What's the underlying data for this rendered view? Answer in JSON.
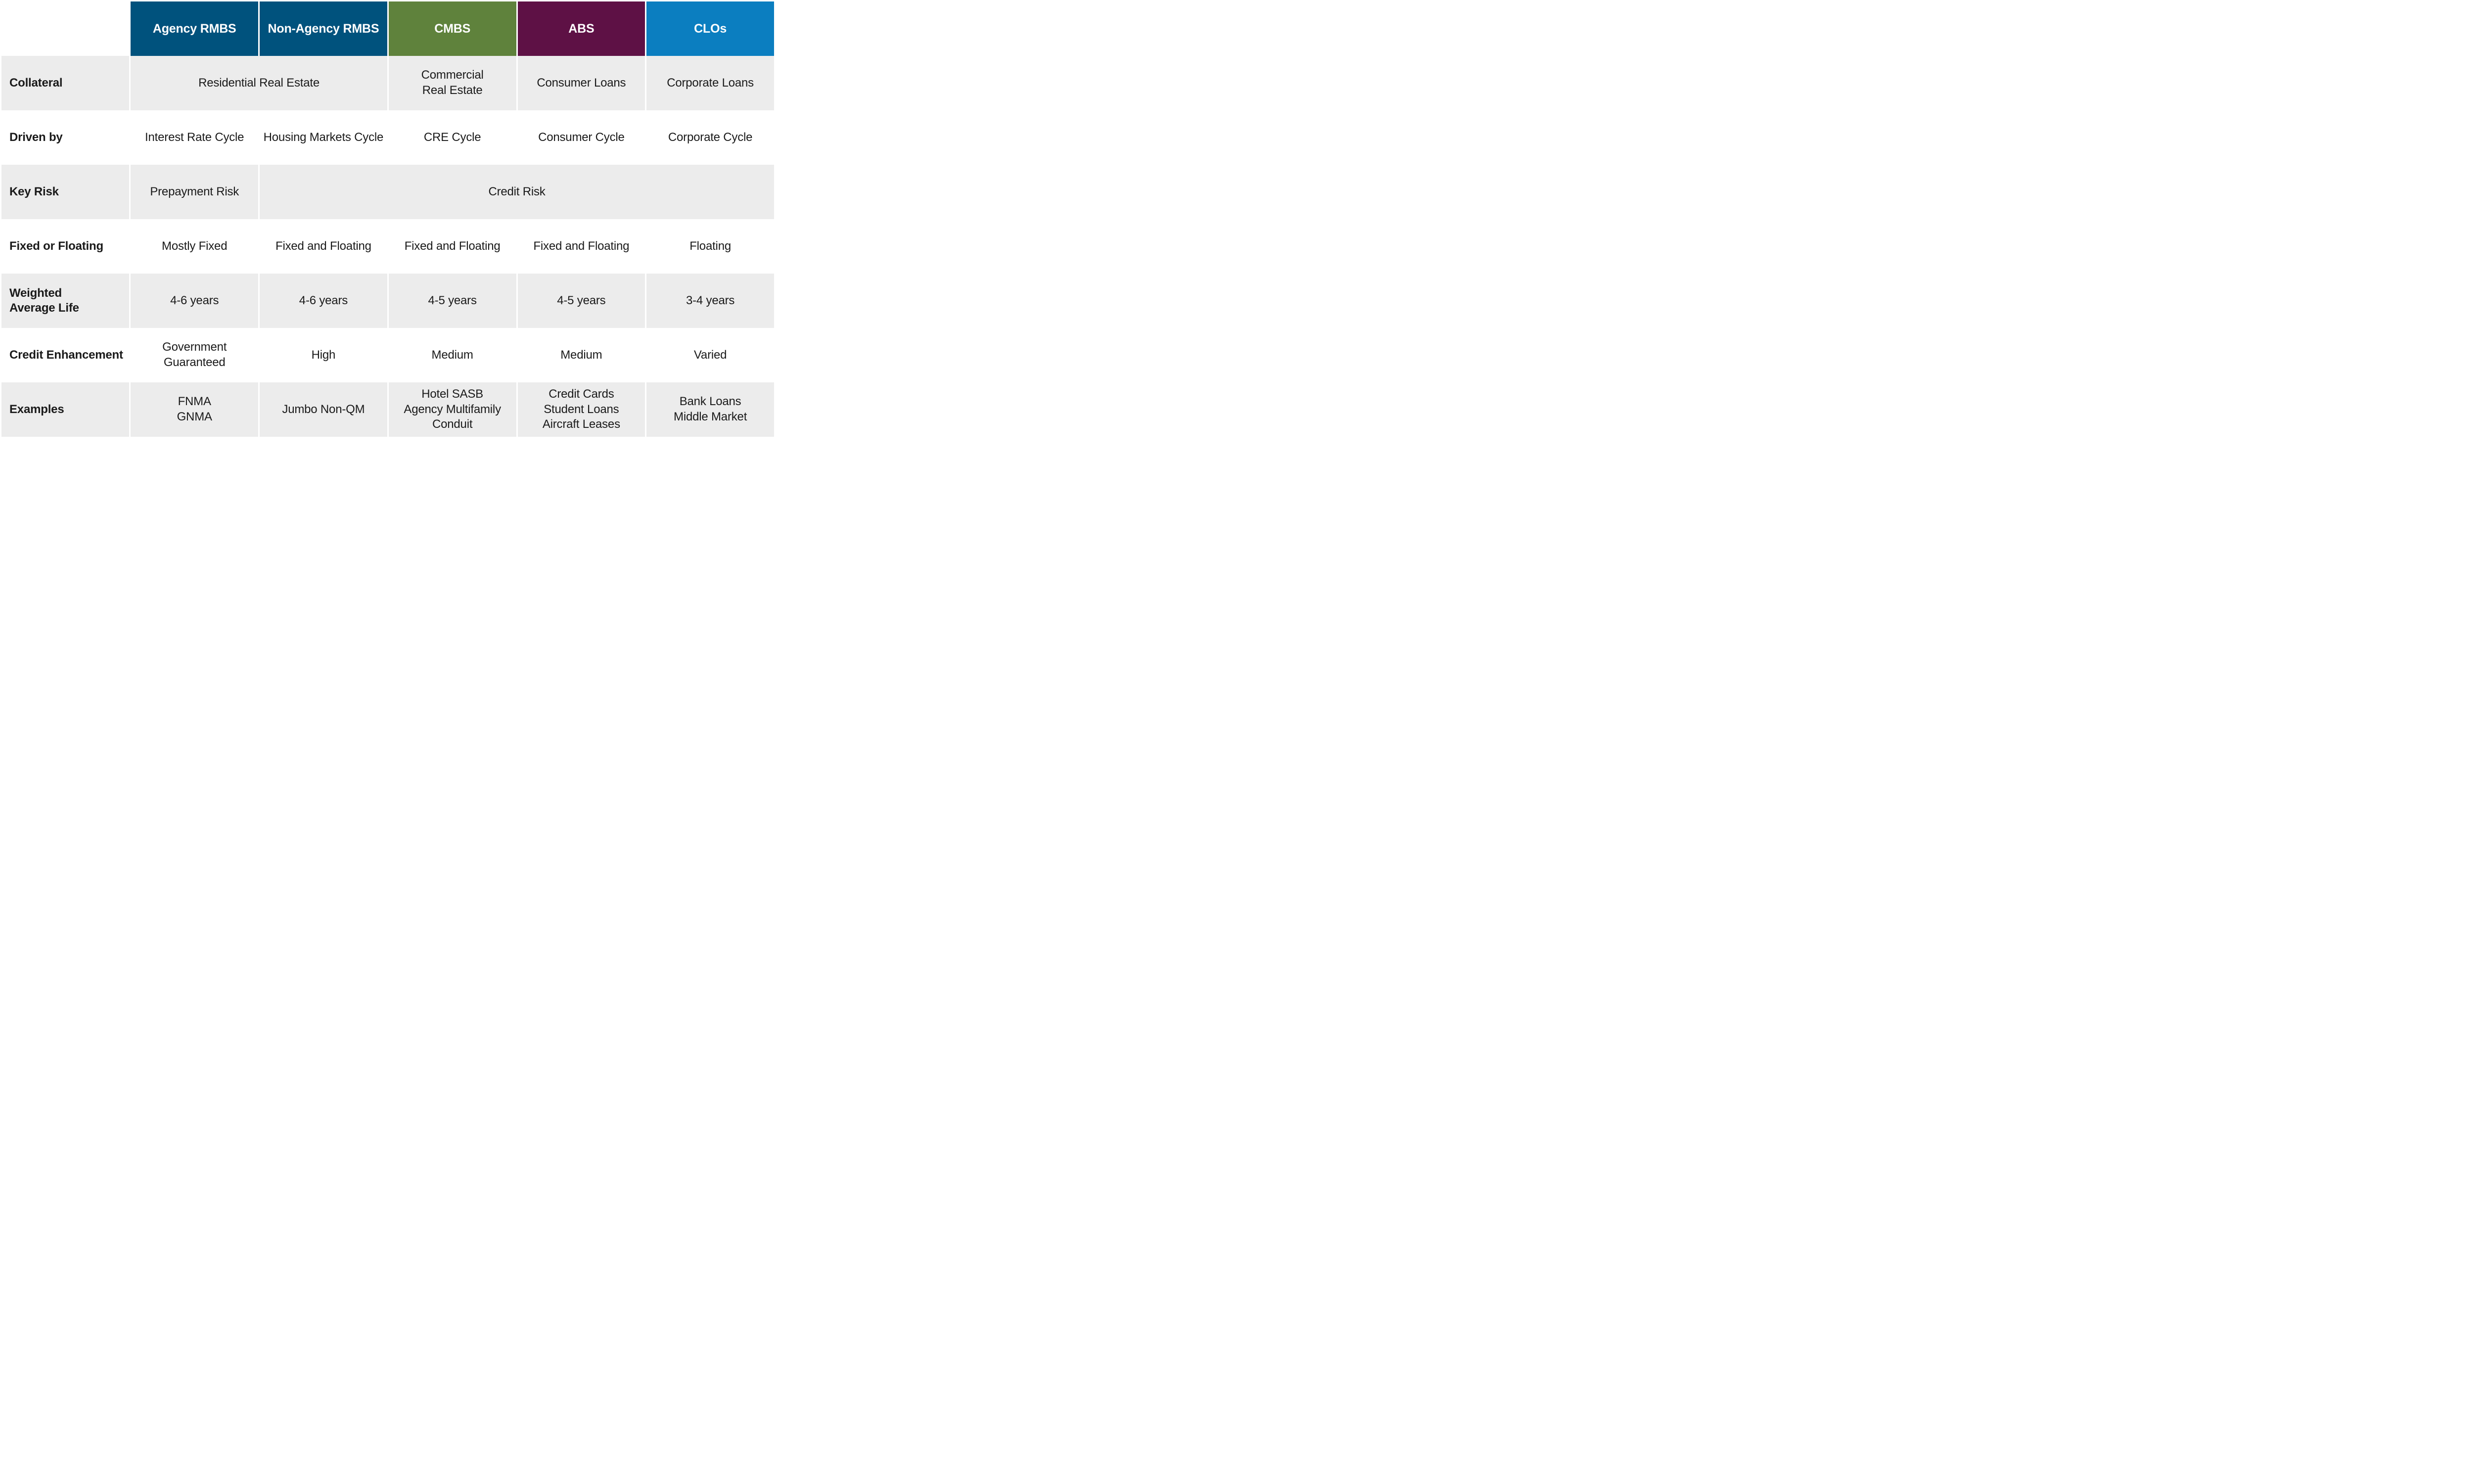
{
  "colors": {
    "rmbs_header": "#00527D",
    "cmbs_header": "#5F823C",
    "abs_header": "#5E1145",
    "clos_header": "#0B7EC0",
    "shaded_row": "#ECECEC",
    "header_text": "#FFFFFF",
    "body_text": "#1A1A1A"
  },
  "header": {
    "columns": [
      {
        "label": "Agency RMBS",
        "color": "#00527D"
      },
      {
        "label": "Non-Agency RMBS",
        "color": "#00527D"
      },
      {
        "label": "CMBS",
        "color": "#5F823C"
      },
      {
        "label": "ABS",
        "color": "#5E1145"
      },
      {
        "label": "CLOs",
        "color": "#0B7EC0"
      }
    ]
  },
  "rows": [
    {
      "label": "Collateral",
      "cells": [
        {
          "text": "Residential Real Estate",
          "span": 2
        },
        {
          "text": "Commercial\nReal Estate",
          "span": 1
        },
        {
          "text": "Consumer Loans",
          "span": 1
        },
        {
          "text": "Corporate Loans",
          "span": 1
        }
      ]
    },
    {
      "label": "Driven by",
      "cells": [
        {
          "text": "Interest Rate Cycle",
          "span": 1
        },
        {
          "text": "Housing Markets Cycle",
          "span": 1
        },
        {
          "text": "CRE Cycle",
          "span": 1
        },
        {
          "text": "Consumer Cycle",
          "span": 1
        },
        {
          "text": "Corporate Cycle",
          "span": 1
        }
      ]
    },
    {
      "label": "Key Risk",
      "cells": [
        {
          "text": "Prepayment Risk",
          "span": 1
        },
        {
          "text": "Credit Risk",
          "span": 4
        }
      ]
    },
    {
      "label": "Fixed or Floating",
      "cells": [
        {
          "text": "Mostly Fixed",
          "span": 1
        },
        {
          "text": "Fixed and Floating",
          "span": 1
        },
        {
          "text": "Fixed and Floating",
          "span": 1
        },
        {
          "text": "Fixed and Floating",
          "span": 1
        },
        {
          "text": "Floating",
          "span": 1
        }
      ]
    },
    {
      "label": "Weighted\nAverage Life",
      "cells": [
        {
          "text": "4-6 years",
          "span": 1
        },
        {
          "text": "4-6 years",
          "span": 1
        },
        {
          "text": "4-5 years",
          "span": 1
        },
        {
          "text": "4-5 years",
          "span": 1
        },
        {
          "text": "3-4 years",
          "span": 1
        }
      ]
    },
    {
      "label": "Credit Enhancement",
      "cells": [
        {
          "text": "Government Guaranteed",
          "span": 1
        },
        {
          "text": "High",
          "span": 1
        },
        {
          "text": "Medium",
          "span": 1
        },
        {
          "text": "Medium",
          "span": 1
        },
        {
          "text": "Varied",
          "span": 1
        }
      ]
    },
    {
      "label": "Examples",
      "cells": [
        {
          "text": "FNMA\nGNMA",
          "span": 1
        },
        {
          "text": "Jumbo Non-QM",
          "span": 1
        },
        {
          "text": "Hotel SASB\nAgency Multifamily\nConduit",
          "span": 1
        },
        {
          "text": "Credit Cards\nStudent Loans\nAircraft Leases",
          "span": 1
        },
        {
          "text": "Bank Loans\nMiddle Market",
          "span": 1
        }
      ]
    }
  ]
}
